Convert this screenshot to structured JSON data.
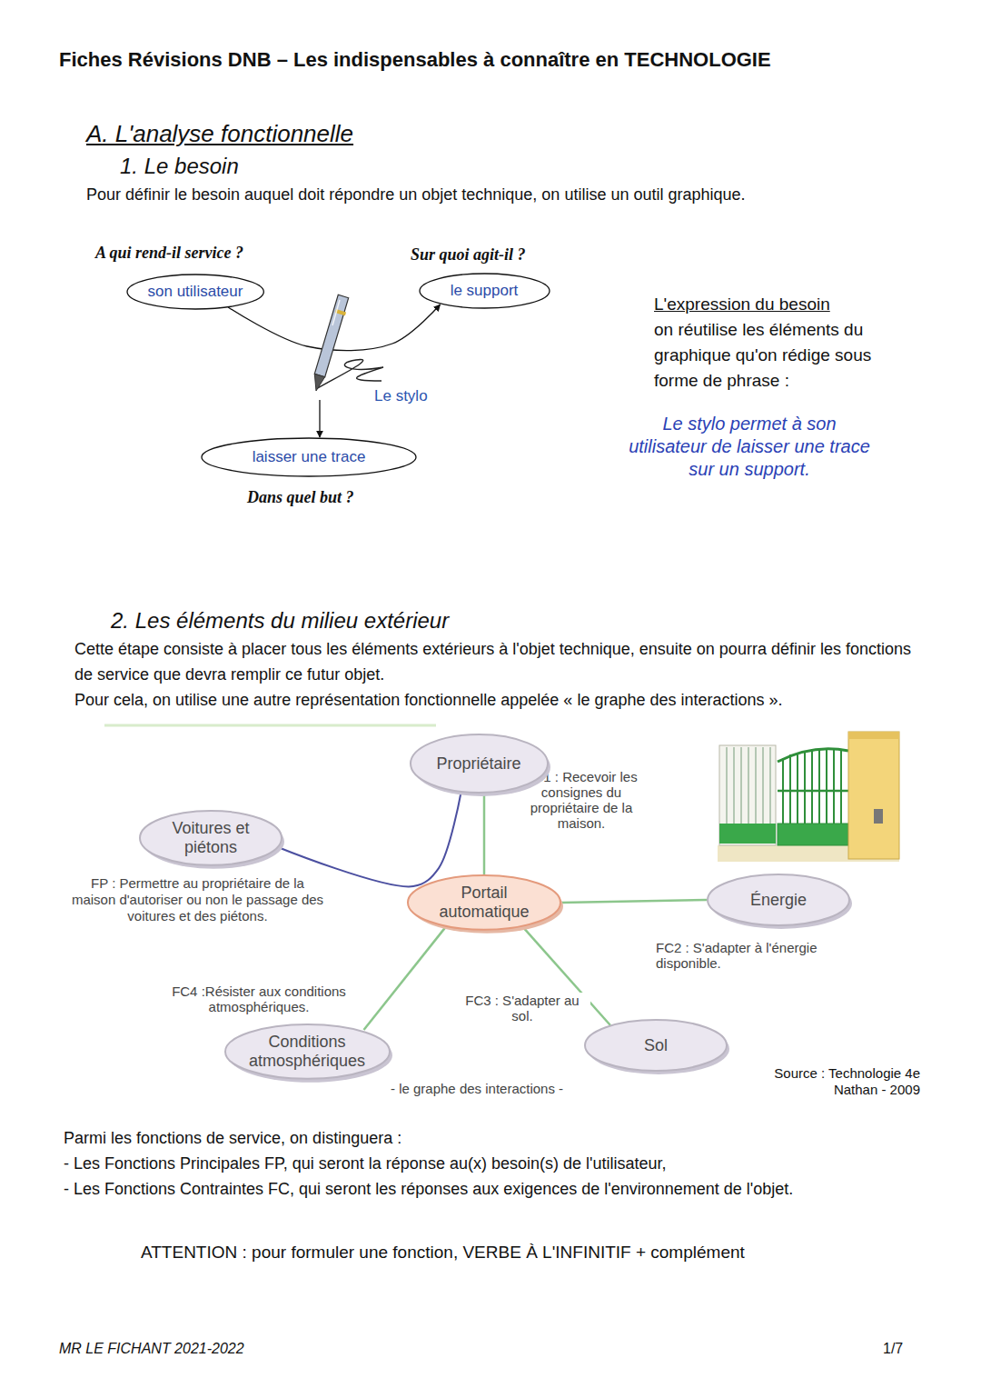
{
  "diagram": {
    "title": "Fiches Révisions DNB – Les indispensables à connaître en TECHNOLOGIE",
    "nodes": [
      {
        "text": [
          "son utilisateur"
        ]
      },
      {
        "text": [
          "le support"
        ]
      },
      {
        "text": [
          "Le stylo"
        ]
      },
      {
        "text": [
          "laisser une trace"
        ]
      },
      {
        "text": [
          "Propriétaire"
        ]
      },
      {
        "text": [
          "Voitures et piétons"
        ]
      },
      {
        "text": [
          "Portail automatique"
        ]
      },
      {
        "text": [
          "Énergie"
        ]
      },
      {
        "text": [
          "Conditions atmosphériques"
        ]
      },
      {
        "text": [
          "Sol"
        ]
      }
    ],
    "edges": [
      {
        "from": 0,
        "to": 1,
        "arrow": "to"
      },
      {
        "from": 2,
        "to": 3,
        "arrow": "to"
      },
      {
        "from": 4,
        "to": 6,
        "arrow": "none"
      },
      {
        "from": 5,
        "to": 4,
        "arrow": "none"
      },
      {
        "from": 6,
        "to": 7,
        "arrow": "none"
      },
      {
        "from": 6,
        "to": 9,
        "arrow": "none"
      },
      {
        "from": 6,
        "to": 8,
        "arrow": "none"
      }
    ],
    "labels": [
      "A. L'analyse fonctionnelle",
      "1. Le besoin",
      "Pour définir le besoin auquel doit répondre un objet technique, on utilise un outil graphique.",
      "A qui rend-il service ?",
      "Sur quoi agit-il ?",
      "Dans quel but ?",
      "L'expression du besoin",
      "on réutilise les éléments du graphique qu'on rédige sous forme de phrase :",
      "Le stylo permet à son utilisateur de laisser une trace sur un support.",
      "2. Les éléments du milieu extérieur",
      "Cette étape consiste à placer tous les éléments extérieurs à l'objet technique, ensuite on pourra définir les fonctions de service que devra remplir ce futur objet.",
      "Pour cela, on utilise une autre représentation fonctionnelle appelée « le graphe des interactions ».",
      "FP : Permettre au propriétaire de la maison d'autoriser ou non le passage des voitures et des piétons.",
      "FC1 : Recevoir les consignes du propriétaire de la maison.",
      "FC2 : S'adapter à l'énergie disponible.",
      "FC3 : S'adapter au sol.",
      "FC4 :Résister aux conditions atmosphériques.",
      "- le graphe des interactions -",
      "Source : Technologie 4e Nathan - 2009",
      "Parmi les fonctions de service, on distinguera :",
      "- Les Fonctions Principales FP, qui seront la réponse au(x) besoin(s) de l'utilisateur,",
      "- Les Fonctions Contraintes FC, qui seront les réponses aux exigences de l'environnement de l'objet.",
      "ATTENTION : pour formuler une fonction, VERBE À L'INFINITIF + complément",
      "MR LE FICHANT 2021-2022",
      "1/7"
    ]
  }
}
